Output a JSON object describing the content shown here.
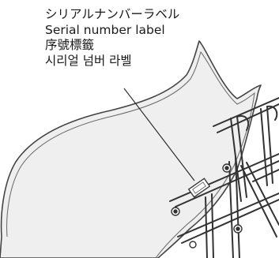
{
  "callout": {
    "label_ja": "シリアルナンバーラベル",
    "label_en": "Serial number label",
    "label_zh": "序號標籤",
    "label_ko": "시리얼 넘버 라벨"
  }
}
